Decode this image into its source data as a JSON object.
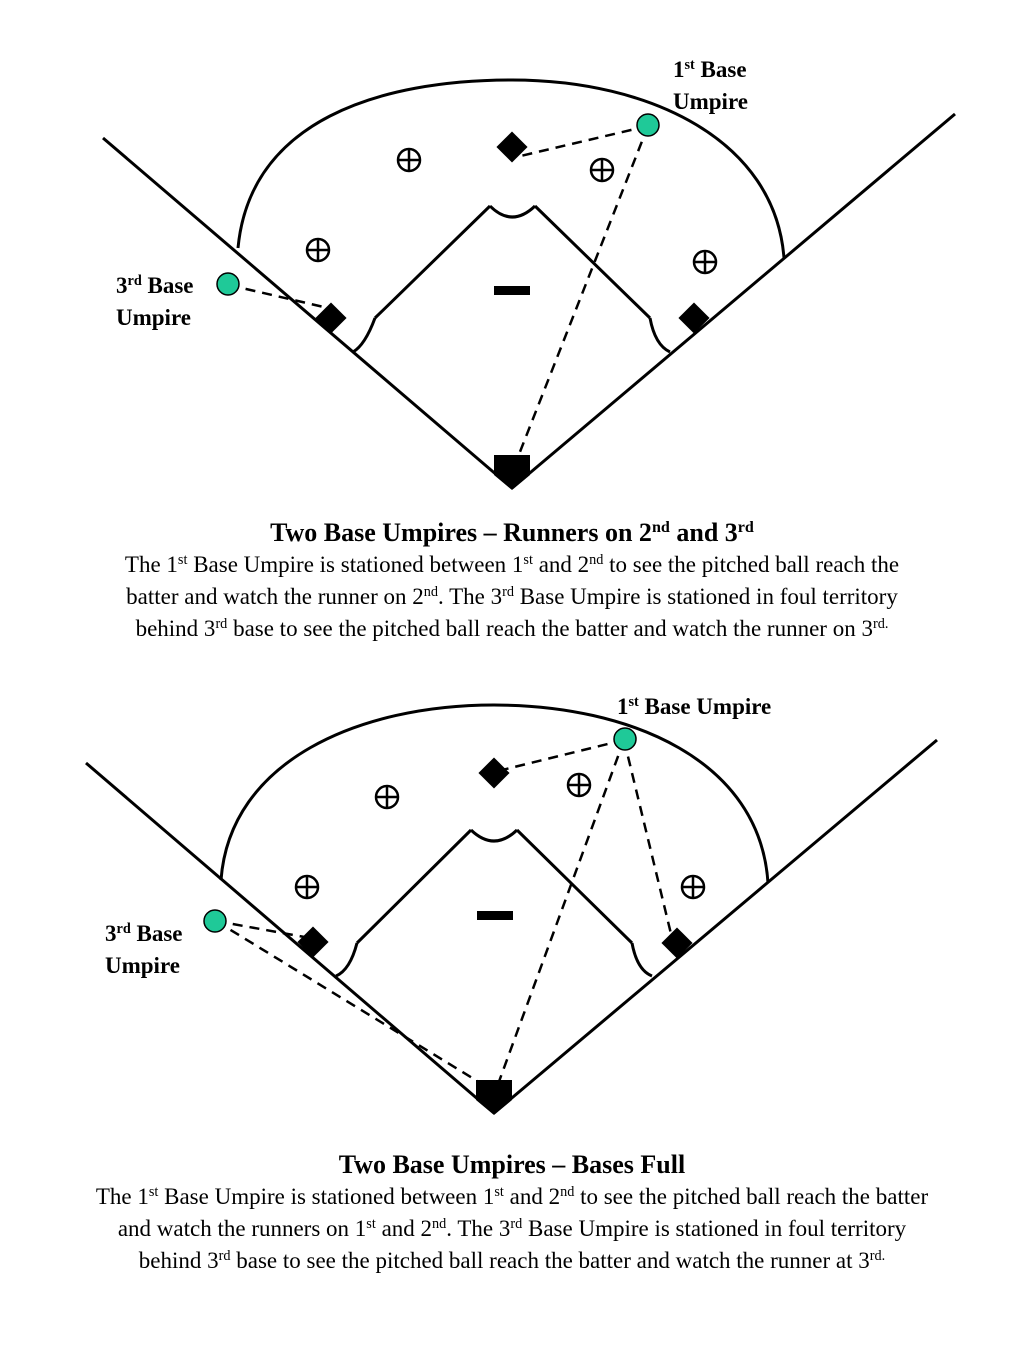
{
  "diagram1": {
    "first_base_umpire": {
      "line1": "1",
      "sup": "st",
      "line1_rest": " Base",
      "line2": "Umpire"
    },
    "third_base_umpire": {
      "line1": "3",
      "sup": "rd",
      "line1_rest": " Base",
      "line2": "Umpire"
    },
    "title": {
      "a": "Two Base Umpires – Runners on 2",
      "sup1": "nd",
      "b": " and 3",
      "sup2": "rd"
    },
    "body": {
      "t1": "The 1",
      "s1": "st",
      "t2": " Base Umpire is stationed between 1",
      "s2": "st",
      "t3": " and 2",
      "s3": "nd",
      "t4": " to see the pitched ball reach the",
      "t4b": "batter and watch the runner on 2",
      "s4": "nd",
      "t5": ".  The 3",
      "s5": "rd",
      "t6": " Base Umpire is stationed in foul territory",
      "t6b": "behind 3",
      "s6": "rd",
      "t7": " base to see the pitched ball reach the batter and watch the runner on 3",
      "s7": "rd."
    }
  },
  "diagram2": {
    "first_base_umpire": {
      "line1": "1",
      "sup": "st",
      "line1_rest": " Base Umpire"
    },
    "third_base_umpire": {
      "line1": "3",
      "sup": "rd",
      "line1_rest": " Base",
      "line2": "Umpire"
    },
    "title": {
      "a": "Two Base Umpires – Bases Full"
    },
    "body": {
      "t1": "The 1",
      "s1": "st",
      "t2": " Base Umpire is stationed between 1",
      "s2": "st",
      "t3": " and 2",
      "s3": "nd",
      "t4": " to see the pitched ball reach the batter",
      "t4b": "and watch the runners on 1",
      "s4a": "st",
      "t4c": " and 2",
      "s4": "nd",
      "t5": ".  The 3",
      "s5": "rd",
      "t6": " Base Umpire is stationed in foul territory",
      "t6b": "behind 3",
      "s6": "rd",
      "t7": " base to see the pitched ball reach the batter and watch the runner at 3",
      "s7": "rd."
    }
  },
  "colors": {
    "umpire_fill": "#1fc998",
    "line": "#000000",
    "background": "#ffffff"
  }
}
